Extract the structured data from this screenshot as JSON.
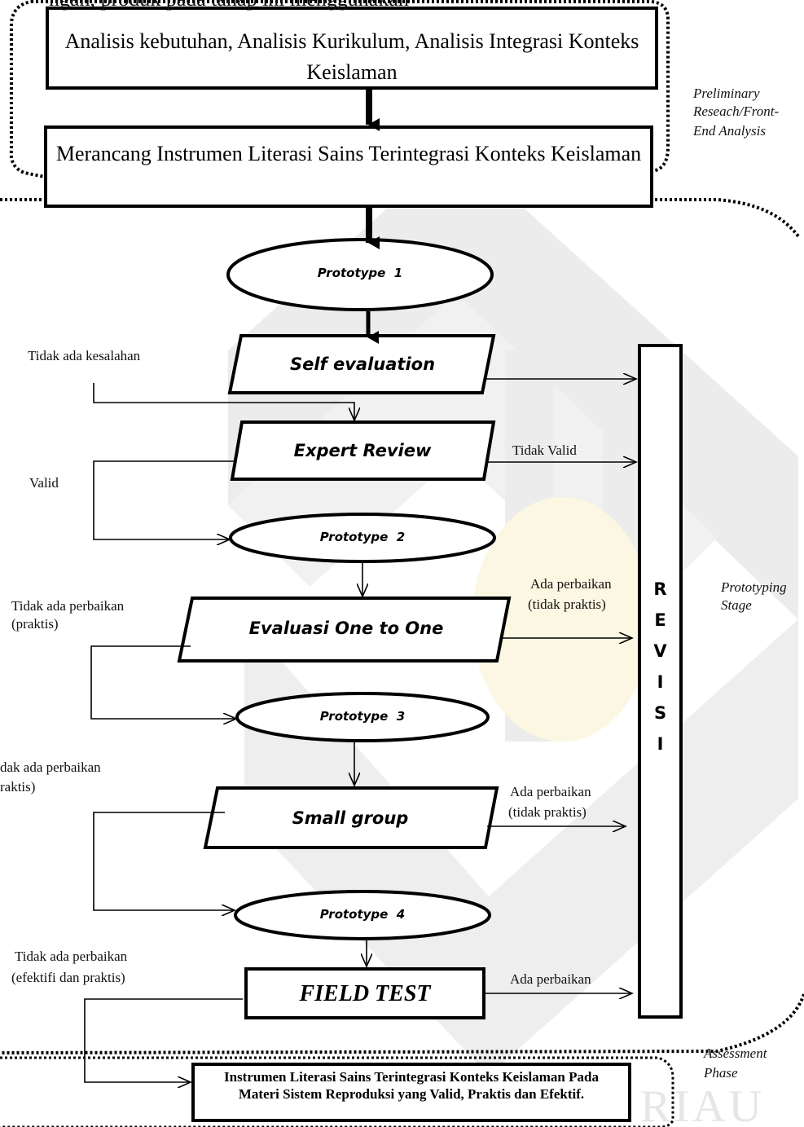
{
  "top_cut_text": "ngan, produk pada tahap ini menggunakan",
  "steps": {
    "analysis": "Analisis kebutuhan, Analisis Kurikulum, Analisis Integrasi Konteks Keislaman",
    "design": "Merancang Instrumen Literasi Sains Terintegrasi Konteks Keislaman",
    "prototype1": "Prototype  1",
    "self_eval": "Self evaluation",
    "expert_review": "Expert Review",
    "prototype2": "Prototype  2",
    "one_to_one": "Evaluasi One to One",
    "prototype3": "Prototype  3",
    "small_group": "Small group",
    "prototype4": "Prototype  4",
    "field_test": "FIELD TEST",
    "final_product": "Instrumen Literasi Sains Terintegrasi Konteks Keislaman Pada Materi Sistem Reproduksi yang Valid, Praktis dan Efektif."
  },
  "revisi_letters": [
    "R",
    "E",
    "V",
    "I",
    "S",
    "I"
  ],
  "labels": {
    "no_error": "Tidak ada kesalahan",
    "valid": "Valid",
    "not_valid": "Tidak Valid",
    "no_fix_practical_1": "Tidak ada perbaikan",
    "no_fix_practical_1b": "(praktis)",
    "fix_not_practical_1": "Ada perbaikan",
    "fix_not_practical_1b": "(tidak praktis)",
    "no_fix_practical_2": "dak ada perbaikan",
    "no_fix_practical_2b": "raktis)",
    "fix_not_practical_2": "Ada perbaikan",
    "fix_not_practical_2b": "(tidak praktis)",
    "no_fix_effective": "Tidak ada perbaikan",
    "no_fix_effective_b": "(efektifi dan praktis)",
    "fix_final": "Ada perbaikan"
  },
  "phases": {
    "preliminary_1": "Preliminary",
    "preliminary_2": "Reseach/Front-",
    "preliminary_3": "End Analysis",
    "prototyping_1": "Prototyping",
    "prototyping_2": "Stage",
    "assessment_1": "Assessment",
    "assessment_2": "Phase"
  },
  "watermark": "RIAU",
  "colors": {
    "stroke": "#000000",
    "watermark": "#ebebeb",
    "watermark_gold": "#f8f3da"
  }
}
